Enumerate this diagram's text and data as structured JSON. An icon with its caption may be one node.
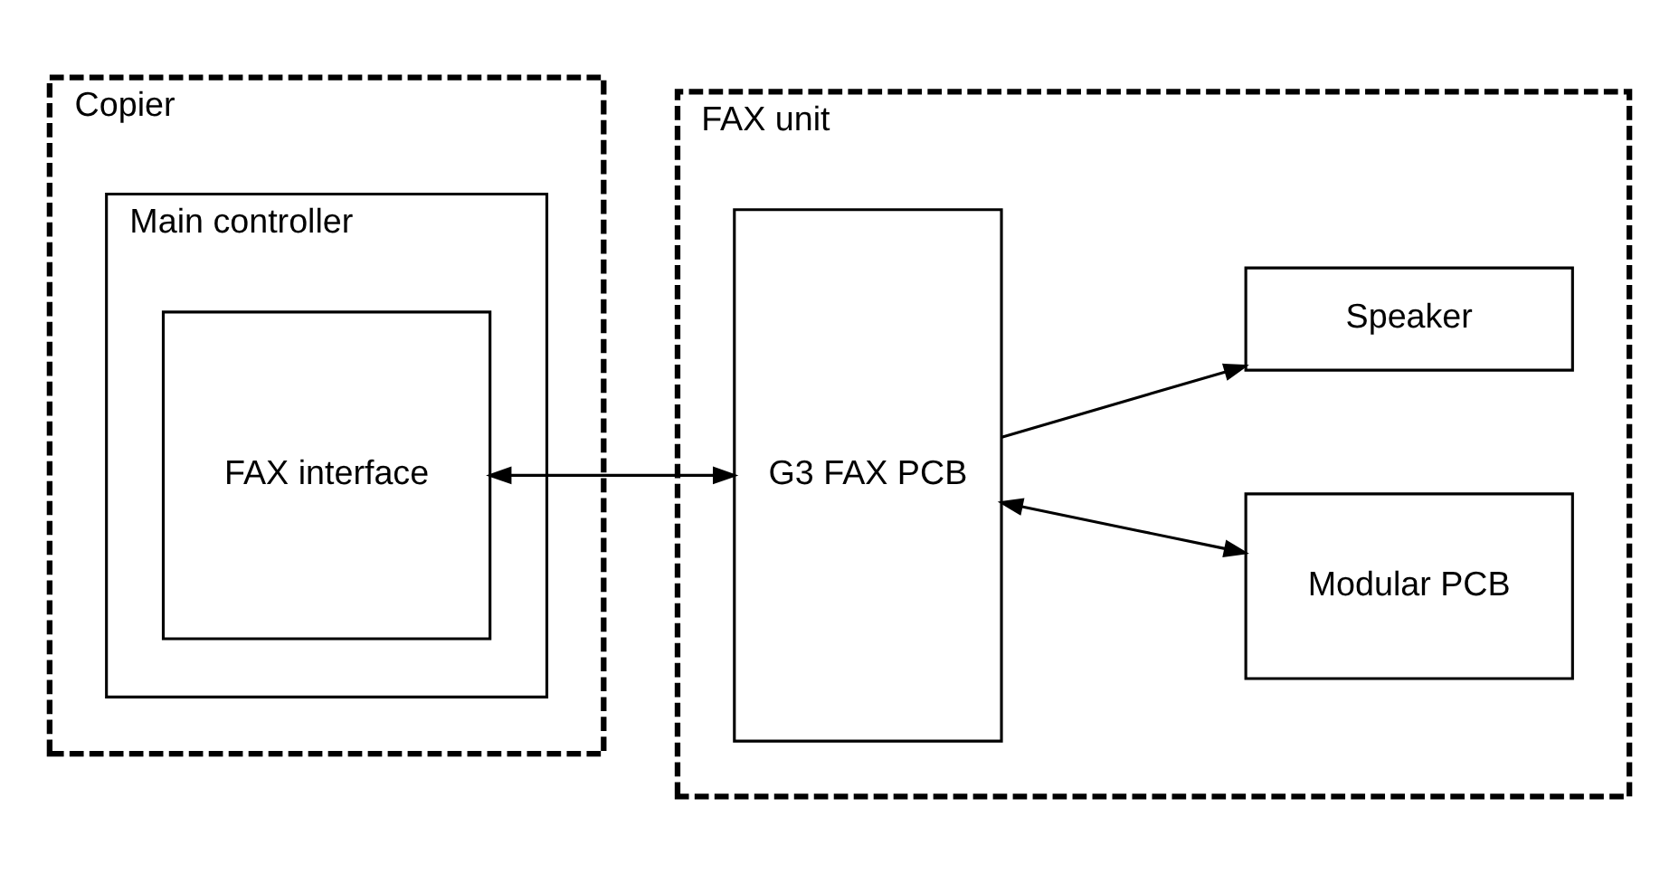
{
  "diagram": {
    "nodes": [
      {
        "text": [
          "Copier"
        ]
      },
      {
        "text": [
          "Main controller"
        ],
        "in": 0
      },
      {
        "text": [
          "FAX interface"
        ],
        "in": 1
      },
      {
        "text": [
          "FAX unit"
        ]
      },
      {
        "text": [
          "G3 FAX PCB"
        ],
        "in": 3
      },
      {
        "text": [
          "Modular PCB"
        ],
        "in": 3
      },
      {
        "text": [
          "Speaker"
        ],
        "in": 3
      }
    ],
    "edges": [
      {
        "from": 2,
        "to": 4,
        "arrow": "both"
      },
      {
        "from": 4,
        "to": 5,
        "arrow": "both"
      },
      {
        "from": 4,
        "to": 6,
        "arrow": "to"
      }
    ]
  }
}
